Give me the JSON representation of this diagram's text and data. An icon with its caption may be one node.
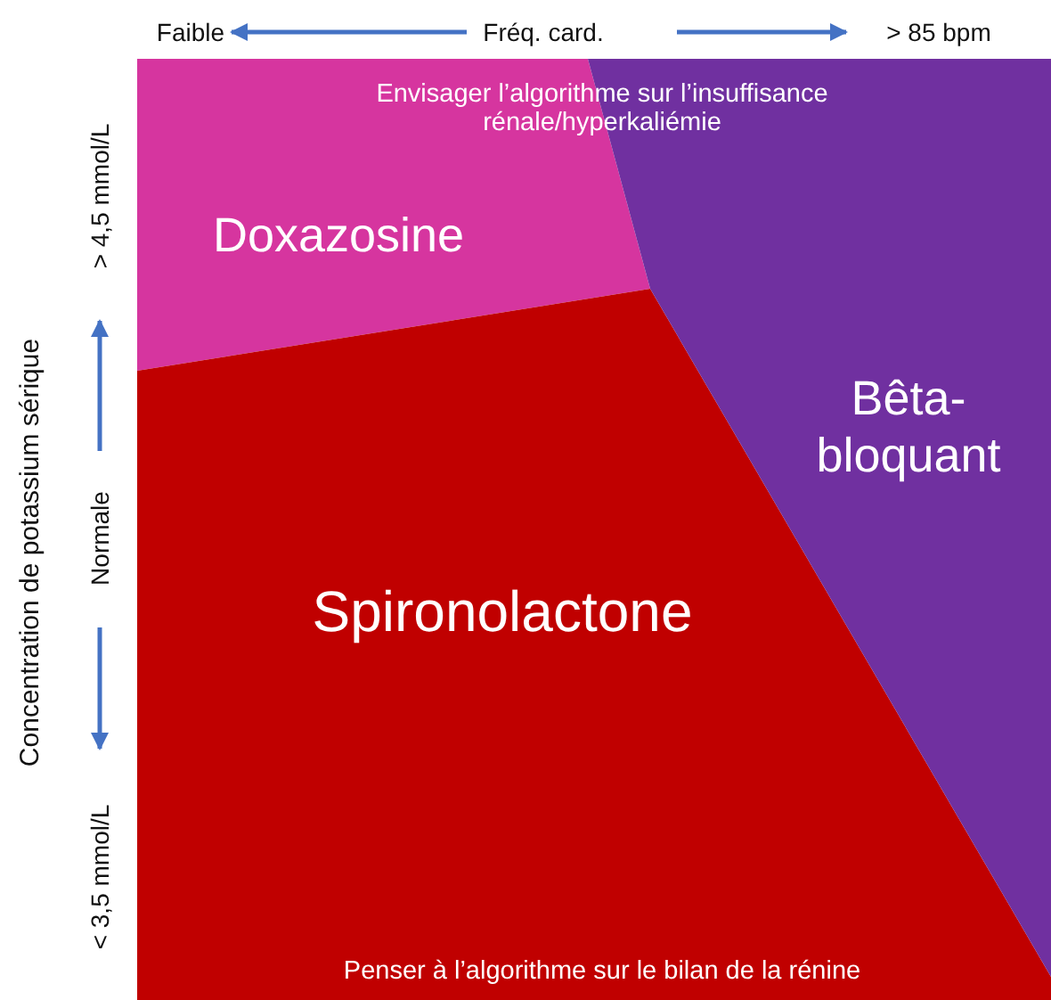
{
  "diagram": {
    "nodes": [
      {
        "text": [
          "Doxazosine"
        ]
      },
      {
        "text": [
          "Bêta- bloquant"
        ]
      },
      {
        "text": [
          "Spironolactone"
        ]
      }
    ],
    "labels": [
      "Faible",
      "Fréq. card.",
      "> 85 bpm",
      "Concentration de potassium sérique",
      "> 4,5 mmol/L",
      "Normale",
      "< 3,5 mmol/L",
      "Envisager l’algorithme sur l’insuffisance rénale/hyperkaliémie",
      "Penser à l’algorithme sur le bilan de la rénine"
    ]
  }
}
